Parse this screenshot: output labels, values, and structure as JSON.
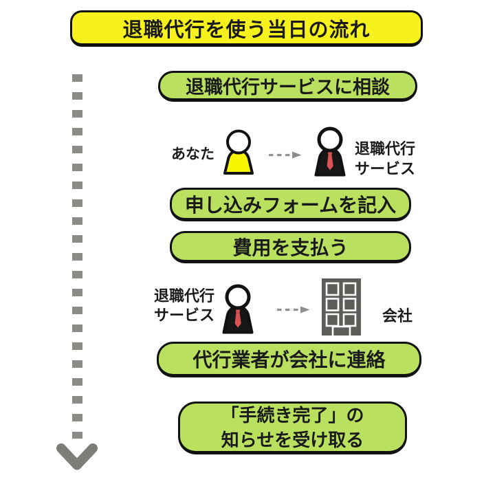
{
  "title": {
    "label": "退職代行を使う当日の流れ",
    "bg_color": "#f7f21d",
    "border_color": "#111111"
  },
  "flow": {
    "step_bg_color": "#b9e05f",
    "steps": [
      {
        "label": "退職代行サービスに相談"
      },
      {
        "label": "申し込みフォームを記入"
      },
      {
        "label": "費用を支払う"
      },
      {
        "label": "代行業者が会社に連絡"
      },
      {
        "label": "「手続き完了」の\n知らせを受け取る"
      }
    ]
  },
  "actors": {
    "you": {
      "label": "あなた",
      "icon": "person-icon",
      "body_color": "#f9f500"
    },
    "agency": {
      "label": "退職代行\nサービス",
      "icon": "businessman-icon",
      "suit_color": "#161616",
      "tie_color": "#d85353"
    },
    "company": {
      "label": "会社",
      "icon": "office-building-icon",
      "color": "#5c5c58"
    }
  },
  "connectors": {
    "timeline": {
      "icon": "arrow-down-icon",
      "style": "dashed",
      "color": "#8b8b87"
    },
    "handoff_1": {
      "icon": "arrow-right-icon",
      "style": "dashed",
      "from": "あなた",
      "to": "退職代行サービス",
      "color": "#8f8f8b"
    },
    "handoff_2": {
      "icon": "arrow-right-icon",
      "style": "dashed",
      "from": "退職代行サービス",
      "to": "会社",
      "color": "#8f8f8b"
    }
  }
}
